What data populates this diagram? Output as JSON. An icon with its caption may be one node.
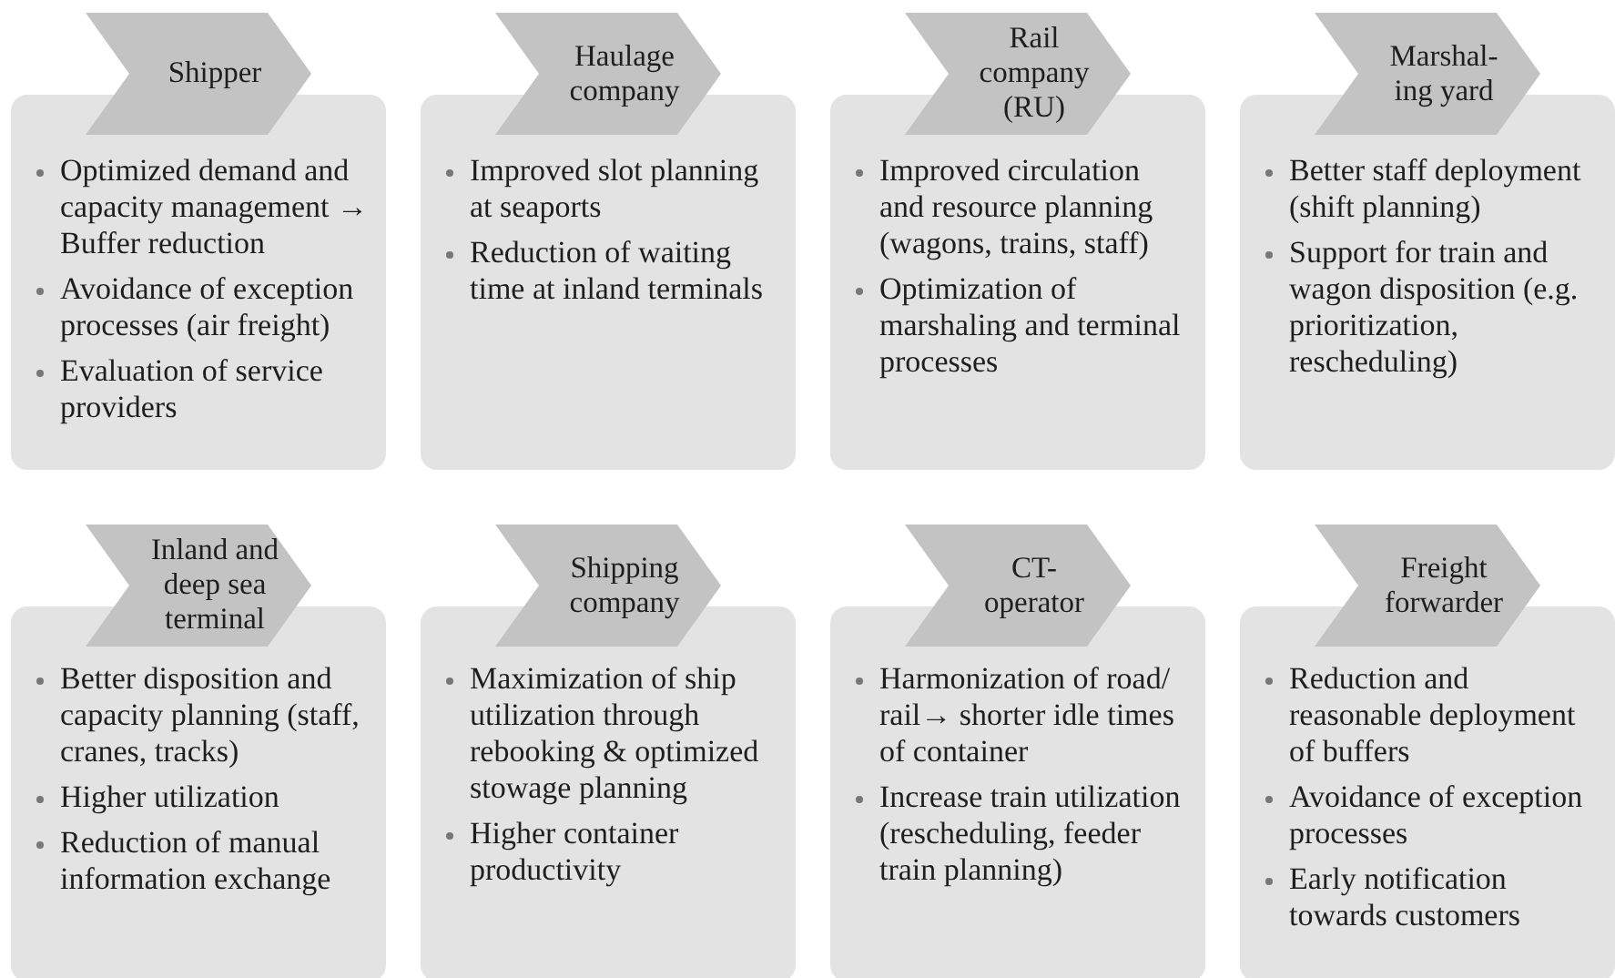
{
  "diagram": {
    "nodes": [
      {
        "text": [
          "Shipper"
        ]
      },
      {
        "text": [
          "Optimized demand and capacity management → Buffer reduction",
          "Avoidance of exception processes (air freight)",
          "Evaluation of service providers"
        ]
      },
      {
        "text": [
          "Haulage company"
        ]
      },
      {
        "text": [
          "Improved slot planning at seaports",
          "Reduction of waiting time at inland terminals"
        ]
      },
      {
        "text": [
          "Rail company (RU)"
        ]
      },
      {
        "text": [
          "Improved circulation and resource planning (wagons, trains, staff)",
          "Optimization of marshaling and terminal processes"
        ]
      },
      {
        "text": [
          "Marshal- ing yard"
        ]
      },
      {
        "text": [
          "Better staff deployment (shift planning)",
          "Support for train and wagon disposition (e.g. prioritization, rescheduling)"
        ]
      },
      {
        "text": [
          "Inland and deep sea terminal"
        ]
      },
      {
        "text": [
          "Better disposition and capacity planning (staff, cranes, tracks)",
          "Higher utilization",
          "Reduction of manual information exchange"
        ]
      },
      {
        "text": [
          "Shipping company"
        ]
      },
      {
        "text": [
          "Maximization of ship utilization through rebooking & optimized stowage planning",
          "Higher container productivity"
        ]
      },
      {
        "text": [
          "CT- operator"
        ]
      },
      {
        "text": [
          "Harmonization of road/ rail→ shorter idle times of container",
          "Increase train utilization (rescheduling, feeder train planning)"
        ]
      },
      {
        "text": [
          "Freight forwarder"
        ]
      },
      {
        "text": [
          "Reduction and reasonable deployment of buffers",
          "Avoidance of exception processes",
          "Early notification towards customers"
        ]
      }
    ]
  }
}
